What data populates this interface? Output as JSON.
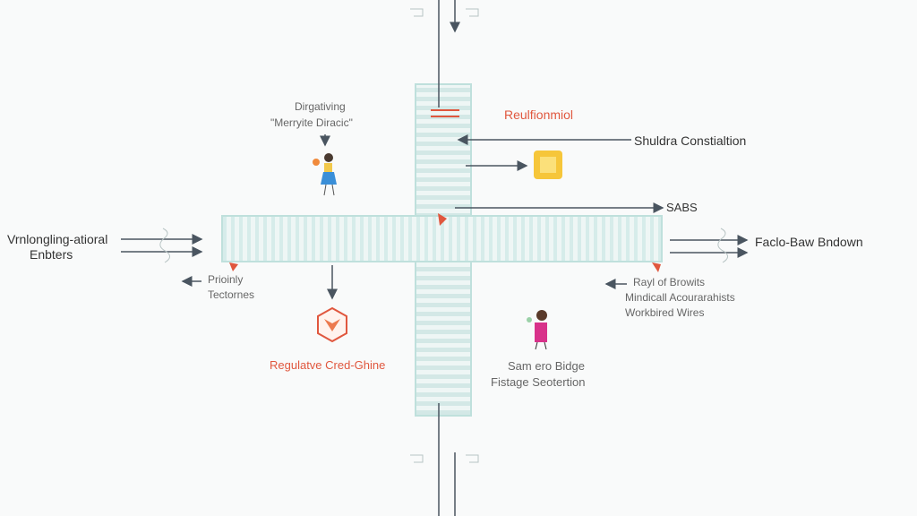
{
  "labels": {
    "top_left_1": "Dirgativing",
    "top_left_2": "\"Merryite Diracic\"",
    "top_red": "Reulfionmiol",
    "shuldra": "Shuldra Constialtion",
    "sabs": "SABS",
    "left_1": "Vrnlongling-atioral",
    "left_2": "Enbters",
    "priority_1": "Prioinly",
    "priority_2": "Tectornes",
    "right": "Faclo-Baw Bndown",
    "right_list": [
      "Rayl of Browits",
      "Mindicall Acourarahists",
      "Workbired Wires"
    ],
    "bottom_red": "Regulatve Cred-Ghine",
    "bottom_right_1": "Sam ero Bidge",
    "bottom_right_2": "Fistage Seotertion"
  },
  "colors": {
    "accent_red": "#e0573e",
    "bar_teal": "#bfe0dc",
    "chip_yellow": "#f6c63a"
  }
}
